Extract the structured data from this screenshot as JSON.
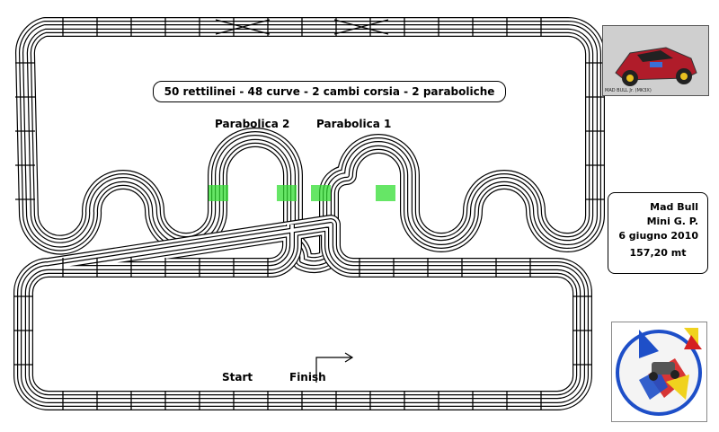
{
  "summary": "50 rettilinei - 48 curve - 2 cambi corsia - 2 paraboliche",
  "labels": {
    "parabolica_2": "Parabolica 2",
    "parabolica_1": "Parabolica 1",
    "start": "Start",
    "finish": "Finish"
  },
  "info": {
    "name": "Mad Bull",
    "event": "Mini G. P.",
    "date": "6 giugno 2010",
    "length": "157,20 mt"
  },
  "car_caption": "MAD BULL Jr. (MK3X)",
  "colors": {
    "track_line": "#000000",
    "parabolica_highlight": "#33dd33",
    "logo_blue": "#1e4fc8",
    "logo_red": "#d42020",
    "logo_yellow": "#f0d21e"
  }
}
